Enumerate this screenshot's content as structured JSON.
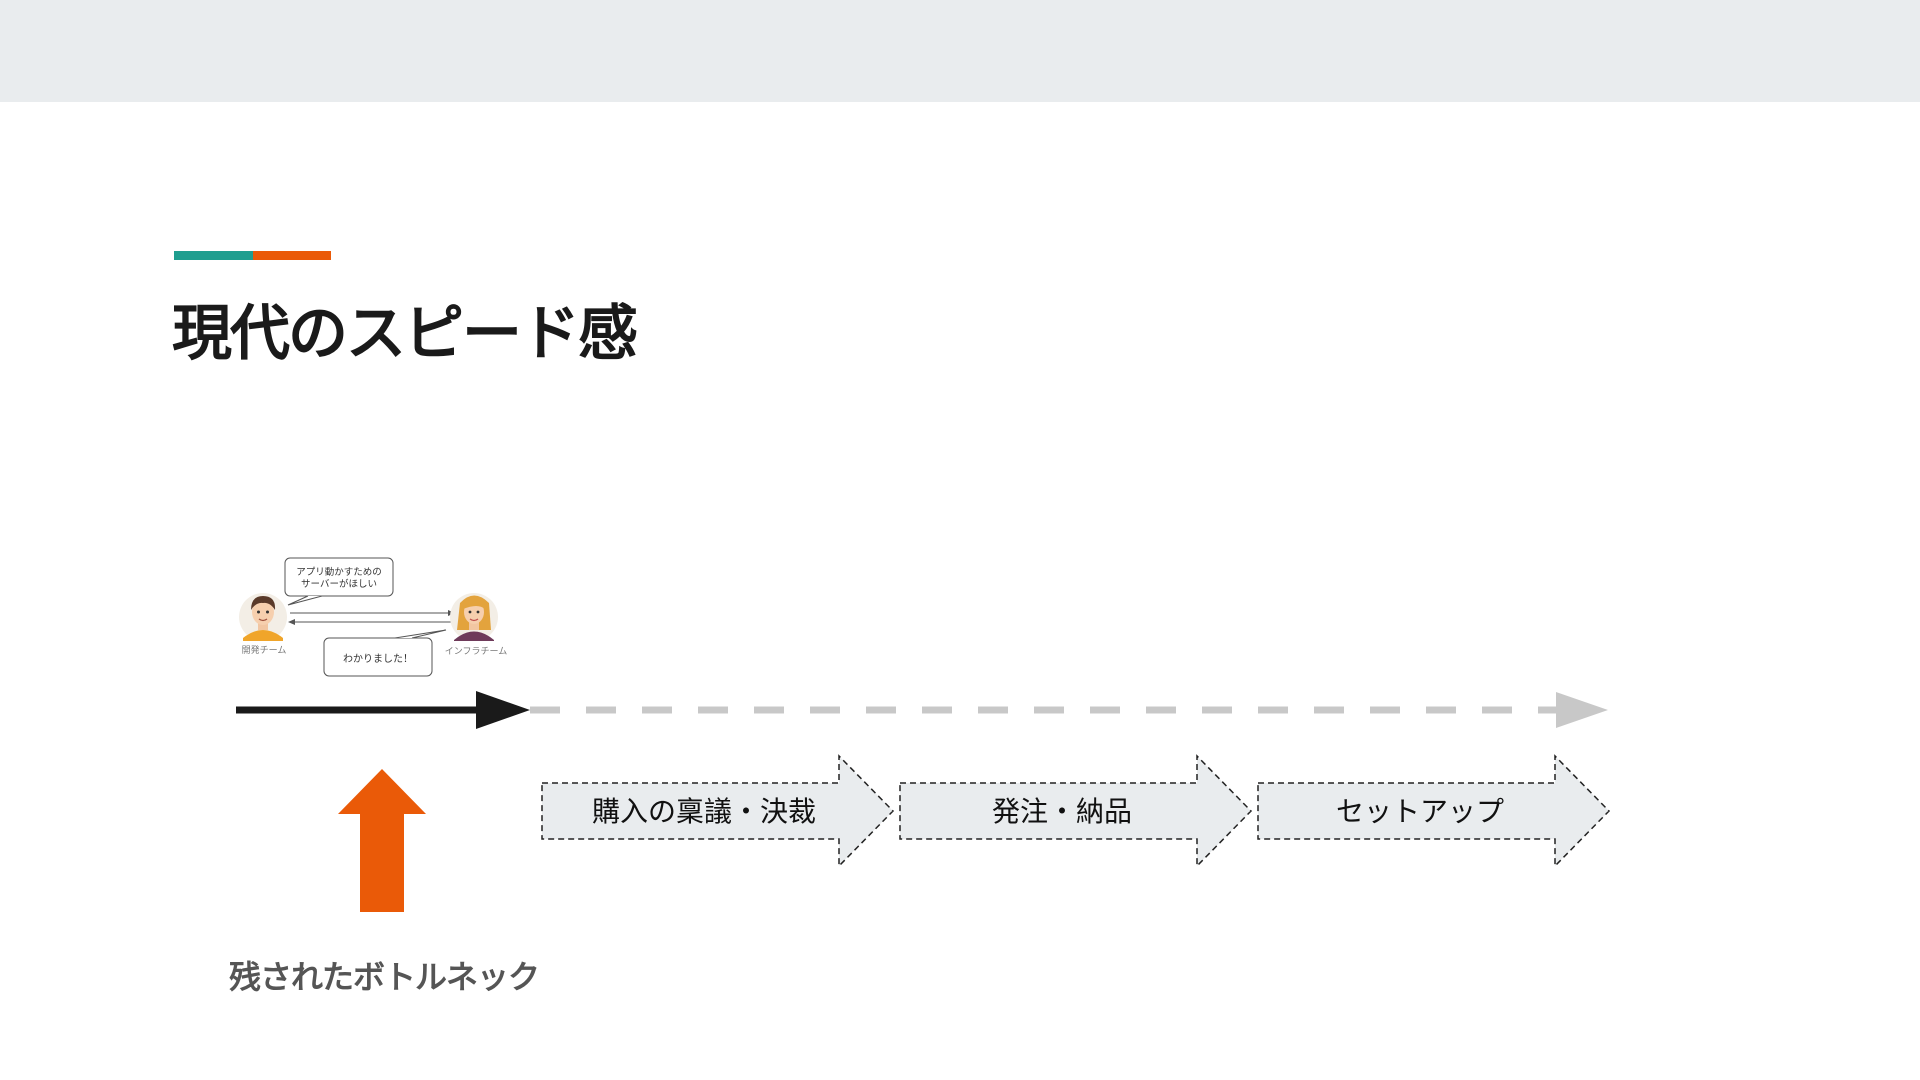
{
  "slide": {
    "title": "現代のスピード感",
    "bottleneck_label": "残されたボトルネック"
  },
  "conversation": {
    "dev_team_label": "開発チーム",
    "infra_team_label": "インフラチーム",
    "request_bubble_line1": "アプリ動かすための",
    "request_bubble_line2": "サーバーがほしい",
    "reply_bubble": "わかりました！"
  },
  "process_steps": [
    {
      "label": "購入の稟議・決裁"
    },
    {
      "label": "発注・納品"
    },
    {
      "label": "セットアップ"
    }
  ],
  "colors": {
    "top_band": "#e9ecee",
    "accent_teal": "#1f9e8f",
    "accent_orange": "#ea5a08",
    "bottleneck_arrow": "#ea5a08",
    "timeline_solid": "#1a1a1a",
    "timeline_dashed": "#c8c8c8",
    "step_fill": "#e9ecee",
    "step_border": "#222222"
  },
  "icons": {
    "dev_avatar": "man-avatar-icon",
    "infra_avatar": "woman-avatar-icon",
    "bottleneck": "up-arrow-icon"
  }
}
